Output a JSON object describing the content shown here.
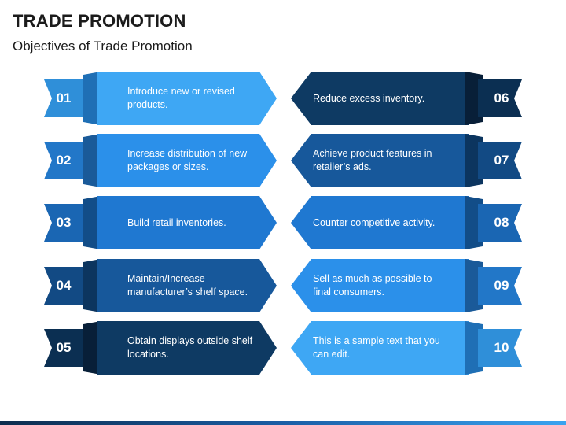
{
  "title": "TRADE PROMOTION",
  "subtitle": "Objectives of Trade Promotion",
  "rows": [
    {
      "left": {
        "num": "01",
        "text": "Introduce new or revised products.",
        "color": "#3ea7f4",
        "tab": "#2f8fd9",
        "fold": "#1f6fb5"
      },
      "right": {
        "num": "06",
        "text": "Reduce excess inventory.",
        "color": "#0e3a63",
        "tab": "#0b2f52",
        "fold": "#081f38"
      }
    },
    {
      "left": {
        "num": "02",
        "text": "Increase distribution of new packages or sizes.",
        "color": "#2b90ea",
        "tab": "#2277c8",
        "fold": "#1a5a99"
      },
      "right": {
        "num": "07",
        "text": "Achieve product features in retailer’s ads.",
        "color": "#17589b",
        "tab": "#124a84",
        "fold": "#0c355f"
      }
    },
    {
      "left": {
        "num": "03",
        "text": "Build retail inventories.",
        "color": "#1f78d1",
        "tab": "#1a66b3",
        "fold": "#124d88"
      },
      "right": {
        "num": "08",
        "text": "Counter competitive activity.",
        "color": "#1f78d1",
        "tab": "#1a66b3",
        "fold": "#124d88"
      }
    },
    {
      "left": {
        "num": "04",
        "text": "Maintain/Increase manufacturer’s shelf space.",
        "color": "#17589b",
        "tab": "#124a84",
        "fold": "#0c355f"
      },
      "right": {
        "num": "09",
        "text": "Sell as much as possible to final consumers.",
        "color": "#2b90ea",
        "tab": "#2277c8",
        "fold": "#1a5a99"
      }
    },
    {
      "left": {
        "num": "05",
        "text": "Obtain displays outside shelf locations.",
        "color": "#0e3a63",
        "tab": "#0b2f52",
        "fold": "#081f38"
      },
      "right": {
        "num": "10",
        "text": "This is a sample text that you can edit.",
        "color": "#3ea7f4",
        "tab": "#2f8fd9",
        "fold": "#1f6fb5"
      }
    }
  ]
}
